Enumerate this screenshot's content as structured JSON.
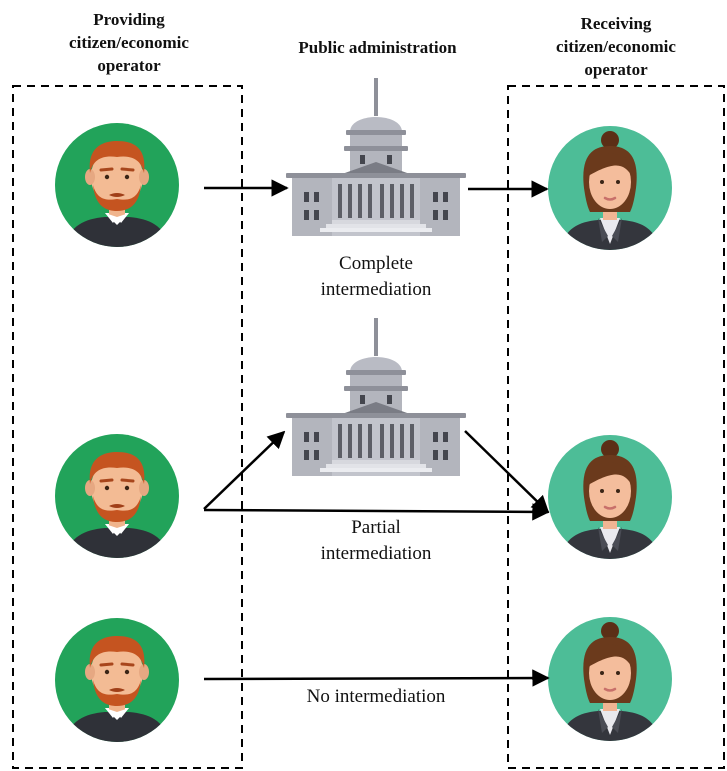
{
  "columns": {
    "providing": "Providing\ncitizen/economic\noperator",
    "public": "Public administration",
    "receiving": "Receiving\ncitizen/economic\noperator"
  },
  "scenarios": {
    "complete": "Complete\nintermediation",
    "partial": "Partial\nintermediation",
    "none": "No intermediation"
  },
  "colors": {
    "provider_circle": "#22a35a",
    "receiver_circle": "#4dbd97",
    "building": "#b3b5bd",
    "arrow": "#000000"
  }
}
